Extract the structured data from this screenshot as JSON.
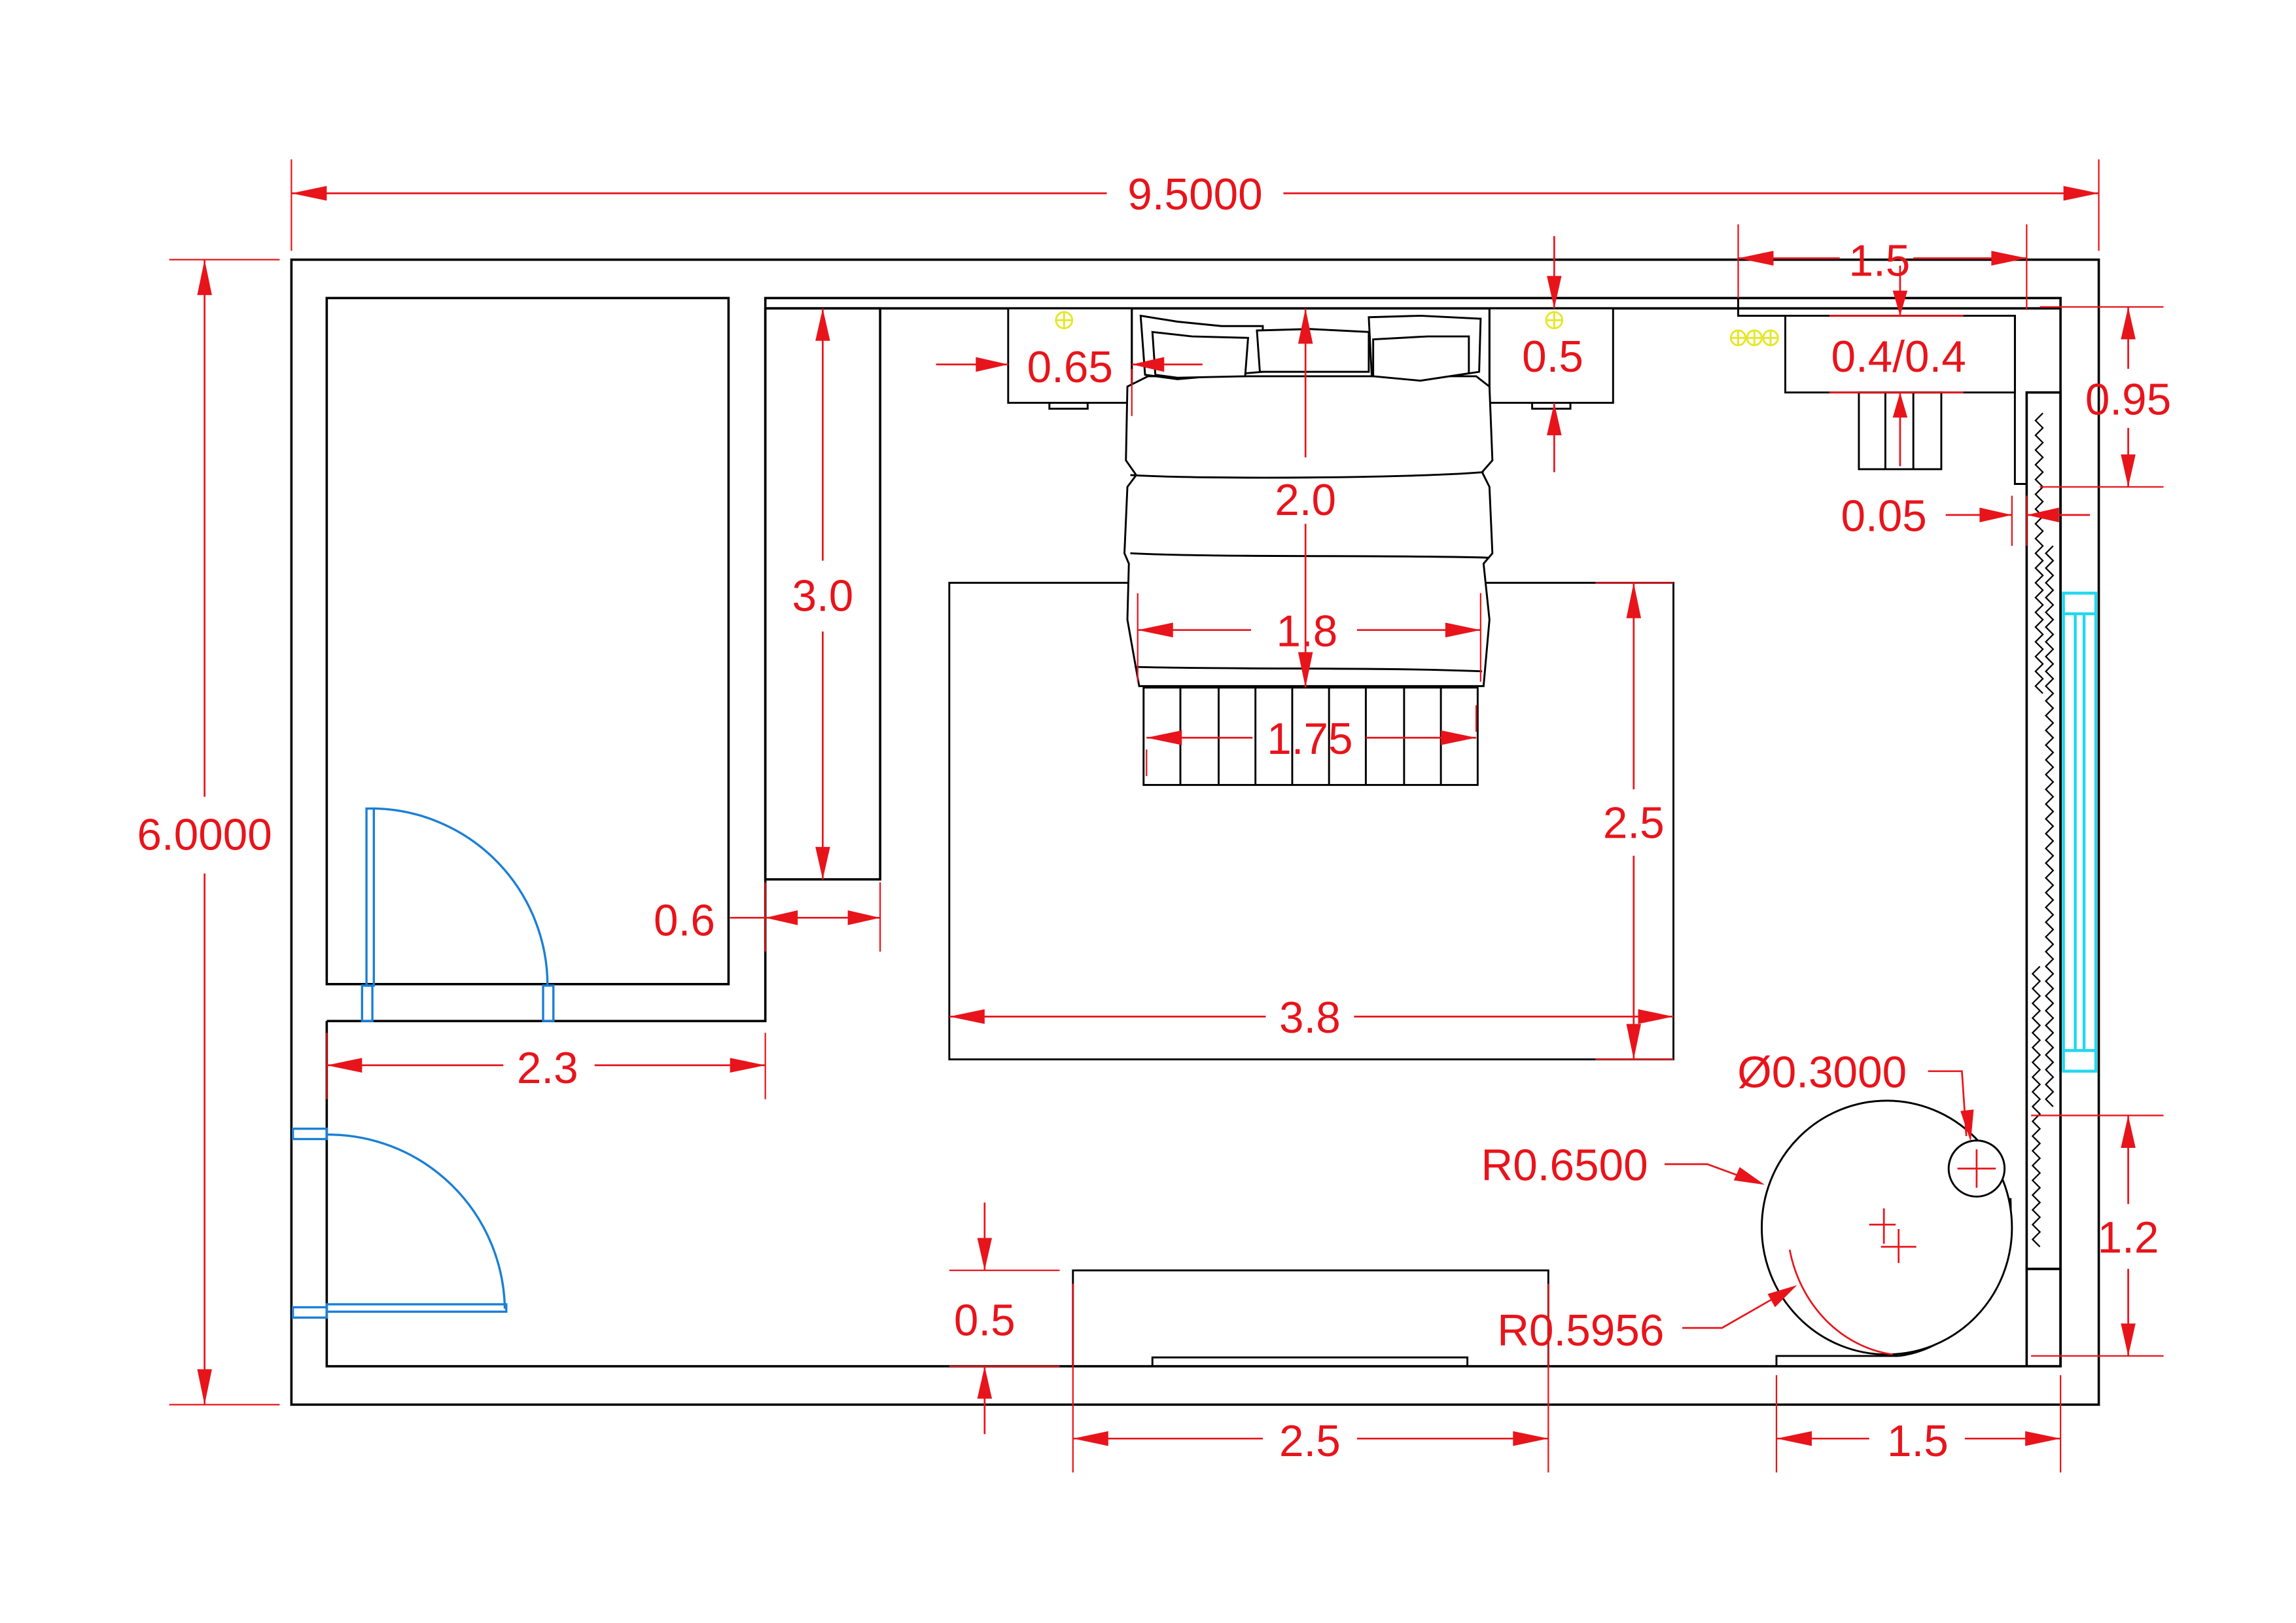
{
  "drawing": {
    "type": "bedroom-floor-plan",
    "colors": {
      "walls": "#000000",
      "dimensions": "#e8141b",
      "doors": "#1a7fd6",
      "window_glass": "#22d8ee",
      "lights": "#e6e628",
      "background": "#ffffff"
    }
  },
  "dimensions": {
    "overall_width": "9.5000",
    "overall_height": "6.0000",
    "wardrobe_depth": "0.6",
    "wardrobe_length": "3.0",
    "closet_width": "2.3",
    "nightstand_left_width": "0.65",
    "nightstand_right_depth": "0.5",
    "bed_length": "2.0",
    "bed_width": "1.8",
    "bench_width": "1.75",
    "rug_length": "2.5",
    "rug_width": "3.8",
    "desk_length": "1.5",
    "desk_size": "0.4/0.4",
    "desk_side_depth": "0.95",
    "curtain_gap": "0.05",
    "side_table_diameter": "Ø0.3000",
    "armchair_radius_outer": "R0.6500",
    "armchair_radius_inner": "R0.5956",
    "corner_cabinet_height": "1.2",
    "tv_cabinet_depth": "0.5",
    "tv_cabinet_width": "2.5",
    "corner_width": "1.5"
  },
  "elements": {
    "bench_slats": 9,
    "desk_lights": 3,
    "nightstand_lights": 2
  }
}
